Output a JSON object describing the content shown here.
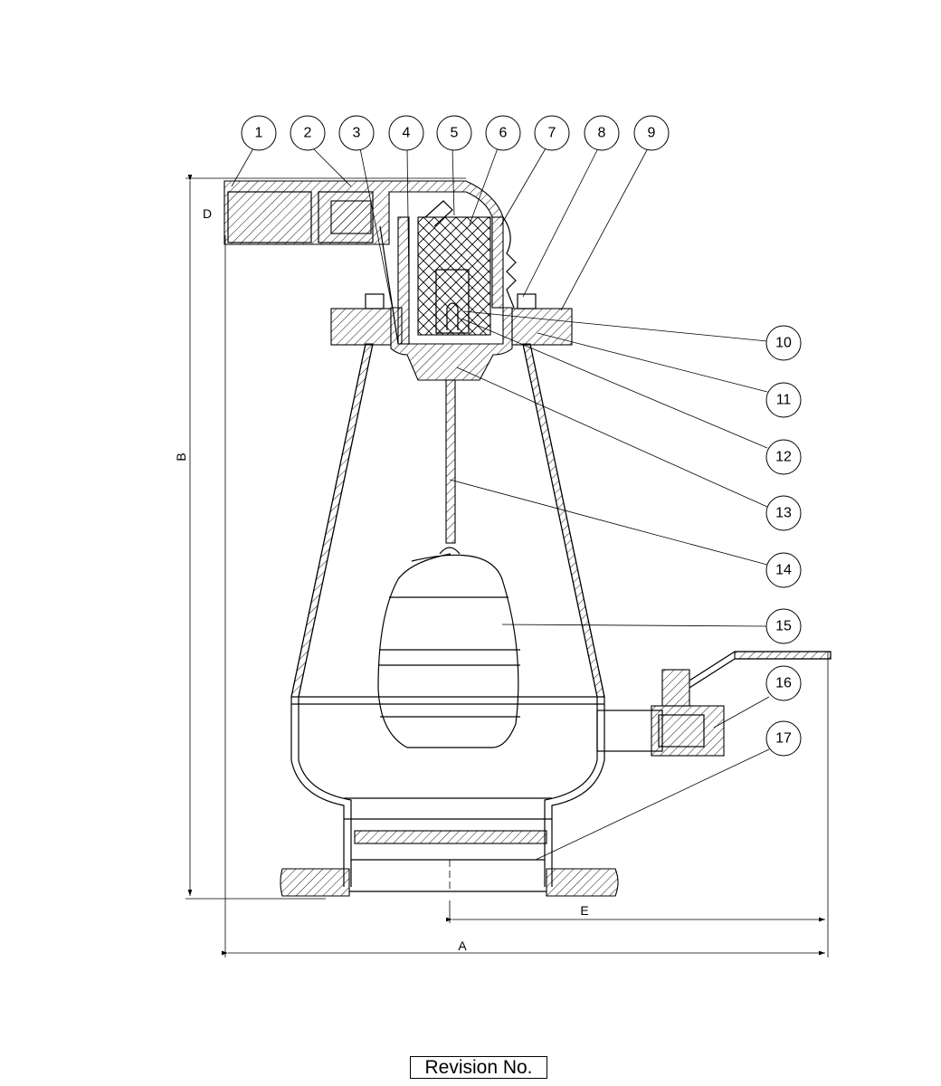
{
  "balloons": [
    {
      "label": "1"
    },
    {
      "label": "2"
    },
    {
      "label": "3"
    },
    {
      "label": "4"
    },
    {
      "label": "5"
    },
    {
      "label": "6"
    },
    {
      "label": "7"
    },
    {
      "label": "8"
    },
    {
      "label": "9"
    },
    {
      "label": "10"
    },
    {
      "label": "11"
    },
    {
      "label": "12"
    },
    {
      "label": "13"
    },
    {
      "label": "14"
    },
    {
      "label": "15"
    },
    {
      "label": "16"
    },
    {
      "label": "17"
    }
  ],
  "dimensions": {
    "a": "A",
    "b": "B",
    "d": "D",
    "e": "E"
  },
  "title_block": {
    "revision_label": "Revision No."
  }
}
